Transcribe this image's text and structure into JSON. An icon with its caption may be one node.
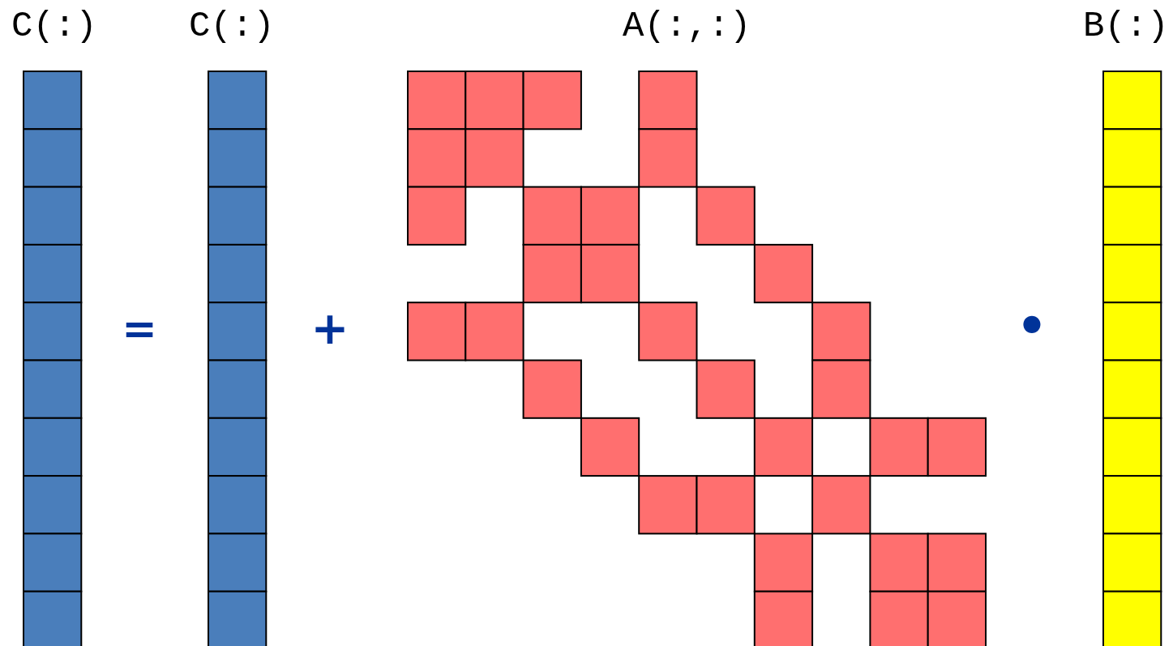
{
  "diagram": {
    "labels": [
      "C(:)",
      "C(:)",
      "A(:,:)",
      "B(:)",
      "=",
      "+",
      "•"
    ]
  }
}
